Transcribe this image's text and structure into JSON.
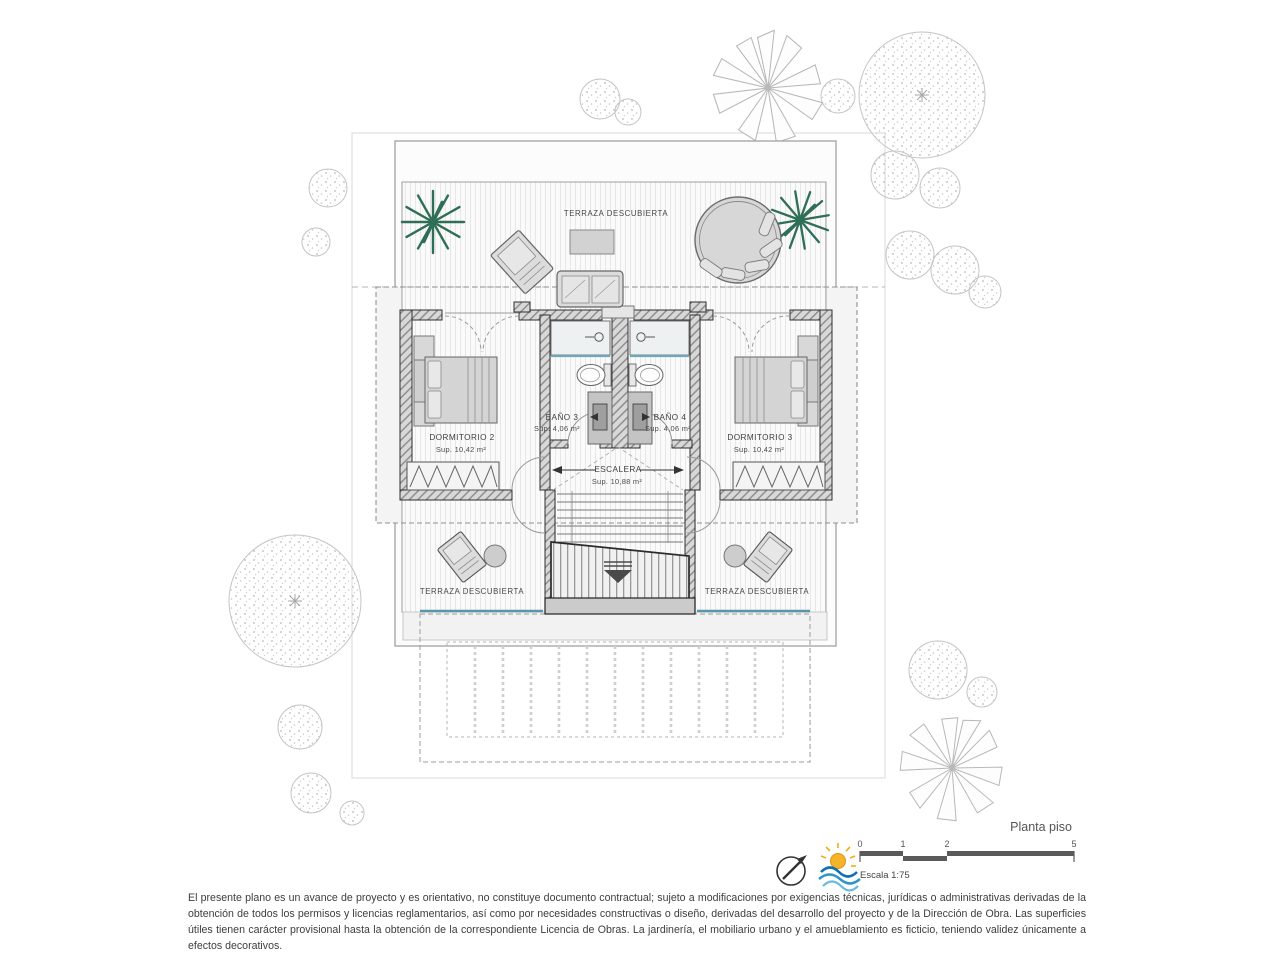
{
  "title": "Planta piso",
  "scale_bar": {
    "label": "Escala 1:75",
    "ticks": [
      "0",
      "1",
      "2",
      "5"
    ]
  },
  "rooms": {
    "dormitorio2": {
      "name": "DORMITORIO 2",
      "area": "Sup. 10,42 m²"
    },
    "bano3": {
      "name": "BAÑO 3",
      "area": "Sup. 4,06 m²"
    },
    "bano4": {
      "name": "BAÑO 4",
      "area": "Sup. 4,06 m²"
    },
    "dormitorio3": {
      "name": "DORMITORIO 3",
      "area": "Sup. 10,42 m²"
    },
    "escalera": {
      "name": "ESCALERA",
      "area": "Sup. 10,88 m²"
    }
  },
  "terraces": {
    "top": "TERRAZA DESCUBIERTA",
    "bottom_left": "TERRAZA DESCUBIERTA",
    "bottom_right": "TERRAZA DESCUBIERTA"
  },
  "icons": {
    "compass": "compass-icon",
    "logo": "sun-waves-logo"
  },
  "colors": {
    "palm_green": "#2f6e57",
    "glass_blue": "#5896ab",
    "sun_yellow": "#f5b32a",
    "wave_blue": "#1f7fc0",
    "wall_fill": "#d9d9d9",
    "line_dark": "#2f2f2f"
  },
  "disclaimer": "El presente plano es un avance de proyecto y es orientativo, no constituye documento contractual; sujeto a modificaciones por exigencias técnicas, jurídicas o administrativas derivadas de la obtención de todos los permisos y licencias reglamentarios, así como por necesidades constructivas o diseño, derivadas del desarrollo del proyecto y de la Dirección de Obra. Las superficies útiles tienen carácter provisional hasta la obtención de la correspondiente Licencia de Obras. La jardinería, el mobiliario urbano y el amueblamiento es ficticio, teniendo validez únicamente a efectos decorativos."
}
